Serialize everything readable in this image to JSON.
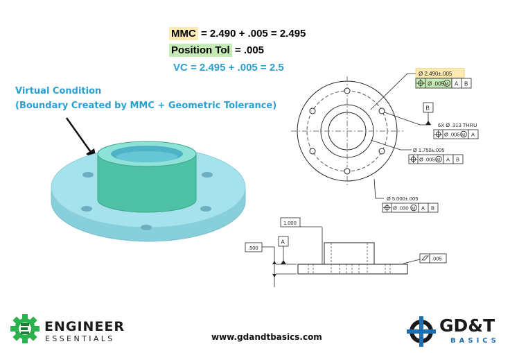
{
  "formulas": {
    "mmc_label": "MMC",
    "mmc_expr": " = 2.490 + .005 = 2.495",
    "pos_label": "Position Tol",
    "pos_expr": " = .005",
    "vc_expr": "VC = 2.495 + .005 = 2.5"
  },
  "virtual_condition": {
    "title": "Virtual Condition",
    "subtitle": "(Boundary Created by MMC + Geometric Tolerance)"
  },
  "drawing": {
    "callout_boss_size": "Ø 2.490±.005",
    "fcf_boss_value": "Ø .005",
    "datum_a": "A",
    "datum_b": "B",
    "mmc_symbol": "M",
    "holes_note": "6X Ø .313 THRU",
    "fcf_holes_value": "Ø .005",
    "bore_size": "Ø 1.750±.005",
    "fcf_bore_value": "Ø .005",
    "od_size": "Ø 5.000±.005",
    "fcf_od_value": "Ø .030",
    "height_dim": "1.000",
    "flange_dim": ".500",
    "flatness_value": ".005"
  },
  "footer": {
    "url": "www.gdandtbasics.com",
    "left_logo_line1": "ENGINEER",
    "left_logo_line2": "ESSENTIALS",
    "right_logo_line1": "GD&T",
    "right_logo_line2": "BASICS"
  },
  "colors": {
    "mmc_highlight": "#fde9b2",
    "pos_highlight": "#c6eab5",
    "vc_text": "#2a9fd0",
    "part_fill": "#9fe0ea",
    "boss_fill": "#4fc2a6",
    "logo_green": "#2bb24c",
    "logo_blue": "#1f6fb5",
    "dark": "#222222"
  }
}
